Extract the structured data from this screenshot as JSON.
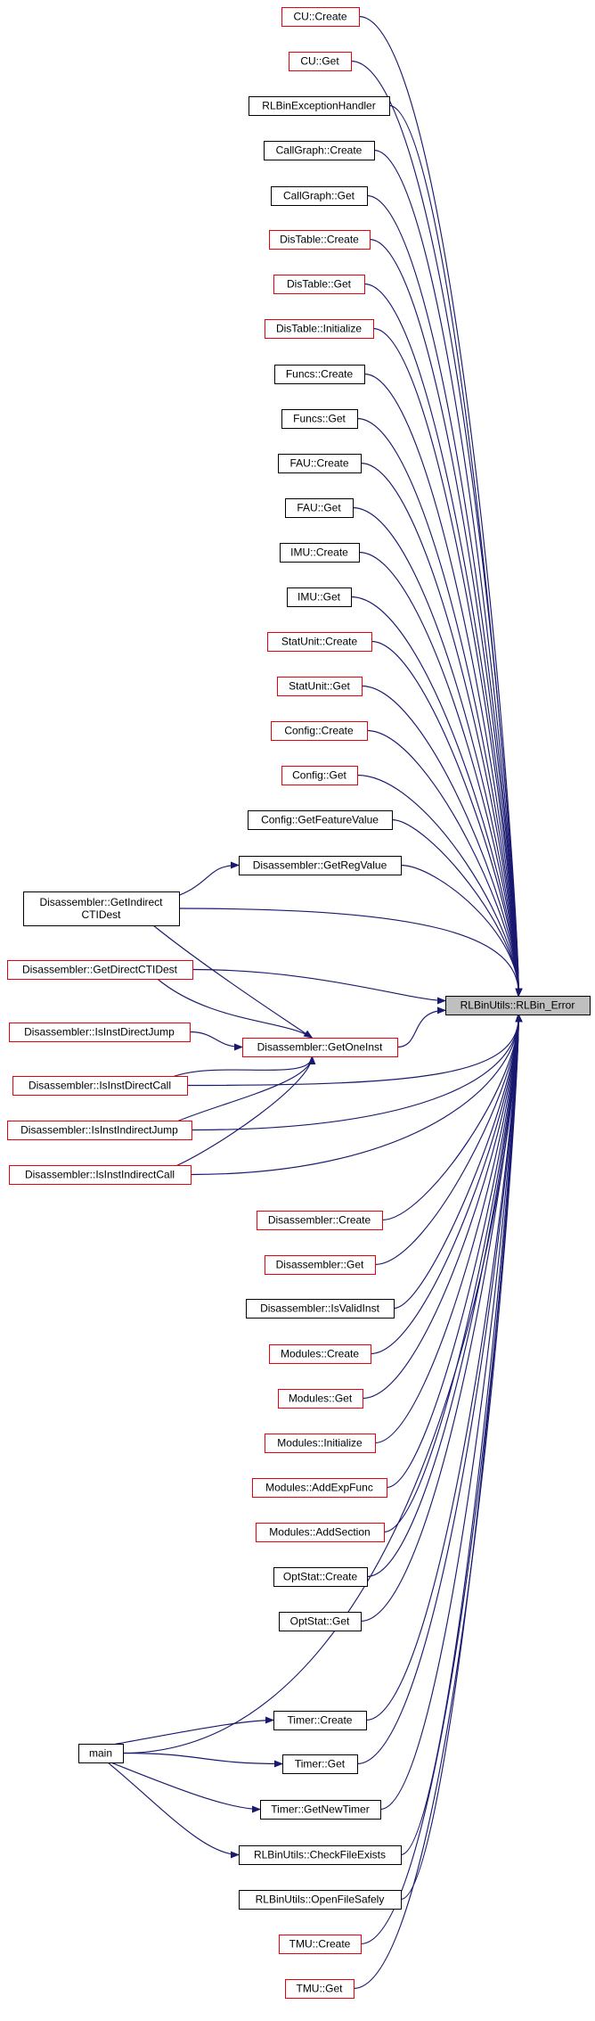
{
  "graph": {
    "target": "RLBinUtils::RLBin_Error",
    "colors": {
      "edge": "#191970",
      "documented_border": "#000000",
      "undocumented_border": "#e8000b",
      "target_fill": "#bfbfbf"
    },
    "nodes": [
      {
        "id": "n0",
        "lines": [
          "CU::Create"
        ],
        "border": "red"
      },
      {
        "id": "n1",
        "lines": [
          "CU::Get"
        ],
        "border": "red"
      },
      {
        "id": "n2",
        "lines": [
          "RLBinExceptionHandler"
        ],
        "border": "black"
      },
      {
        "id": "n3",
        "lines": [
          "CallGraph::Create"
        ],
        "border": "black"
      },
      {
        "id": "n4",
        "lines": [
          "CallGraph::Get"
        ],
        "border": "black"
      },
      {
        "id": "n5",
        "lines": [
          "DisTable::Create"
        ],
        "border": "red"
      },
      {
        "id": "n6",
        "lines": [
          "DisTable::Get"
        ],
        "border": "red"
      },
      {
        "id": "n7",
        "lines": [
          "DisTable::Initialize"
        ],
        "border": "red"
      },
      {
        "id": "n8",
        "lines": [
          "Funcs::Create"
        ],
        "border": "black"
      },
      {
        "id": "n9",
        "lines": [
          "Funcs::Get"
        ],
        "border": "black"
      },
      {
        "id": "n10",
        "lines": [
          "FAU::Create"
        ],
        "border": "black"
      },
      {
        "id": "n11",
        "lines": [
          "FAU::Get"
        ],
        "border": "black"
      },
      {
        "id": "n12",
        "lines": [
          "IMU::Create"
        ],
        "border": "black"
      },
      {
        "id": "n13",
        "lines": [
          "IMU::Get"
        ],
        "border": "black"
      },
      {
        "id": "n14",
        "lines": [
          "StatUnit::Create"
        ],
        "border": "red"
      },
      {
        "id": "n15",
        "lines": [
          "StatUnit::Get"
        ],
        "border": "red"
      },
      {
        "id": "n16",
        "lines": [
          "Config::Create"
        ],
        "border": "red"
      },
      {
        "id": "n17",
        "lines": [
          "Config::Get"
        ],
        "border": "red"
      },
      {
        "id": "n18",
        "lines": [
          "Config::GetFeatureValue"
        ],
        "border": "black"
      },
      {
        "id": "n19",
        "lines": [
          "Disassembler::GetRegValue"
        ],
        "border": "black"
      },
      {
        "id": "n20",
        "lines": [
          "Disassembler::GetIndirect",
          "CTIDest"
        ],
        "border": "black"
      },
      {
        "id": "n21",
        "lines": [
          "Disassembler::GetDirectCTIDest"
        ],
        "border": "red"
      },
      {
        "id": "n22",
        "lines": [
          "Disassembler::IsInstDirectJump"
        ],
        "border": "red"
      },
      {
        "id": "n23",
        "lines": [
          "Disassembler::GetOneInst"
        ],
        "border": "red"
      },
      {
        "id": "n24",
        "lines": [
          "Disassembler::IsInstDirectCall"
        ],
        "border": "red"
      },
      {
        "id": "n25",
        "lines": [
          "Disassembler::IsInstIndirectJump"
        ],
        "border": "red"
      },
      {
        "id": "n26",
        "lines": [
          "Disassembler::IsInstIndirectCall"
        ],
        "border": "red"
      },
      {
        "id": "n27",
        "lines": [
          "Disassembler::Create"
        ],
        "border": "red"
      },
      {
        "id": "n28",
        "lines": [
          "Disassembler::Get"
        ],
        "border": "red"
      },
      {
        "id": "n29",
        "lines": [
          "Disassembler::IsValidInst"
        ],
        "border": "black"
      },
      {
        "id": "n30",
        "lines": [
          "Modules::Create"
        ],
        "border": "red"
      },
      {
        "id": "n31",
        "lines": [
          "Modules::Get"
        ],
        "border": "red"
      },
      {
        "id": "n32",
        "lines": [
          "Modules::Initialize"
        ],
        "border": "red"
      },
      {
        "id": "n33",
        "lines": [
          "Modules::AddExpFunc"
        ],
        "border": "red"
      },
      {
        "id": "n34",
        "lines": [
          "Modules::AddSection"
        ],
        "border": "red"
      },
      {
        "id": "n35",
        "lines": [
          "OptStat::Create"
        ],
        "border": "black"
      },
      {
        "id": "n36",
        "lines": [
          "OptStat::Get"
        ],
        "border": "black"
      },
      {
        "id": "n37",
        "lines": [
          "Timer::Create"
        ],
        "border": "black"
      },
      {
        "id": "n38",
        "lines": [
          "main"
        ],
        "border": "black"
      },
      {
        "id": "n39",
        "lines": [
          "Timer::Get"
        ],
        "border": "black"
      },
      {
        "id": "n40",
        "lines": [
          "Timer::GetNewTimer"
        ],
        "border": "black"
      },
      {
        "id": "n41",
        "lines": [
          "RLBinUtils::CheckFileExists"
        ],
        "border": "black"
      },
      {
        "id": "n42",
        "lines": [
          "RLBinUtils::OpenFileSafely"
        ],
        "border": "black"
      },
      {
        "id": "n43",
        "lines": [
          "TMU::Create"
        ],
        "border": "red"
      },
      {
        "id": "n44",
        "lines": [
          "TMU::Get"
        ],
        "border": "red"
      },
      {
        "id": "target",
        "lines": [
          "RLBinUtils::RLBin_Error"
        ],
        "border": "black",
        "is_target": true
      }
    ],
    "edges": [
      [
        "n0",
        "target"
      ],
      [
        "n1",
        "target"
      ],
      [
        "n2",
        "target"
      ],
      [
        "n3",
        "target"
      ],
      [
        "n4",
        "target"
      ],
      [
        "n5",
        "target"
      ],
      [
        "n6",
        "target"
      ],
      [
        "n7",
        "target"
      ],
      [
        "n8",
        "target"
      ],
      [
        "n9",
        "target"
      ],
      [
        "n10",
        "target"
      ],
      [
        "n11",
        "target"
      ],
      [
        "n12",
        "target"
      ],
      [
        "n13",
        "target"
      ],
      [
        "n14",
        "target"
      ],
      [
        "n15",
        "target"
      ],
      [
        "n16",
        "target"
      ],
      [
        "n17",
        "target"
      ],
      [
        "n18",
        "target"
      ],
      [
        "n19",
        "target"
      ],
      [
        "n20",
        "n19"
      ],
      [
        "n20",
        "target"
      ],
      [
        "n20",
        "n23"
      ],
      [
        "n21",
        "target"
      ],
      [
        "n21",
        "n23"
      ],
      [
        "n22",
        "n23"
      ],
      [
        "n23",
        "target"
      ],
      [
        "n24",
        "n23"
      ],
      [
        "n24",
        "target"
      ],
      [
        "n25",
        "n23"
      ],
      [
        "n25",
        "target"
      ],
      [
        "n26",
        "n23"
      ],
      [
        "n26",
        "target"
      ],
      [
        "n27",
        "target"
      ],
      [
        "n28",
        "target"
      ],
      [
        "n29",
        "target"
      ],
      [
        "n30",
        "target"
      ],
      [
        "n31",
        "target"
      ],
      [
        "n32",
        "target"
      ],
      [
        "n33",
        "target"
      ],
      [
        "n34",
        "target"
      ],
      [
        "n35",
        "target"
      ],
      [
        "n36",
        "target"
      ],
      [
        "n38",
        "target"
      ],
      [
        "n38",
        "n37"
      ],
      [
        "n38",
        "n39"
      ],
      [
        "n38",
        "n40"
      ],
      [
        "n38",
        "n41"
      ],
      [
        "n37",
        "target"
      ],
      [
        "n39",
        "target"
      ],
      [
        "n40",
        "target"
      ],
      [
        "n41",
        "target"
      ],
      [
        "n42",
        "target"
      ],
      [
        "n43",
        "target"
      ],
      [
        "n44",
        "target"
      ]
    ]
  }
}
